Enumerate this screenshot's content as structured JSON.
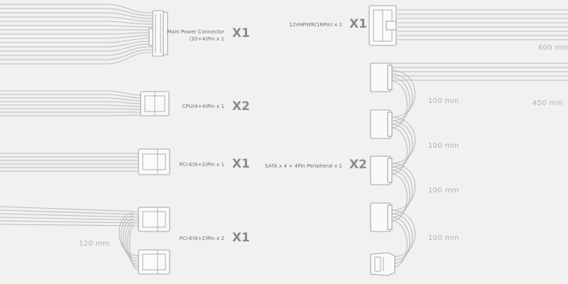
{
  "cables": [
    {
      "label_line1": "Main Power Connector",
      "label_line2": "(20+4)Pin x 1",
      "quantity": "X1"
    },
    {
      "label_line1": "CPU(4+4)Pin x 1",
      "quantity": "X2"
    },
    {
      "label_line1": "PCI-E(6+2)Pin x 1",
      "quantity": "X1"
    },
    {
      "label_line1": "PCI-E(6+2)Pin x 2",
      "quantity": "X1",
      "length": "120 mm"
    },
    {
      "label_line1": "12VHPWR(16Pin) x 1",
      "quantity": "X1",
      "length": "600 mm"
    },
    {
      "label_line1": "SATA x 4 + 4Pin Peripheral x 1",
      "quantity": "X2",
      "lengths": [
        "450 mm",
        "100 mm",
        "100 mm",
        "100 mm",
        "100 mm"
      ]
    }
  ],
  "colors": {
    "background": "#f1f1f1",
    "cable_stroke": "#b9b9b9",
    "cable_fill": "#fafafa",
    "connector_stroke": "#a9a9a9"
  }
}
